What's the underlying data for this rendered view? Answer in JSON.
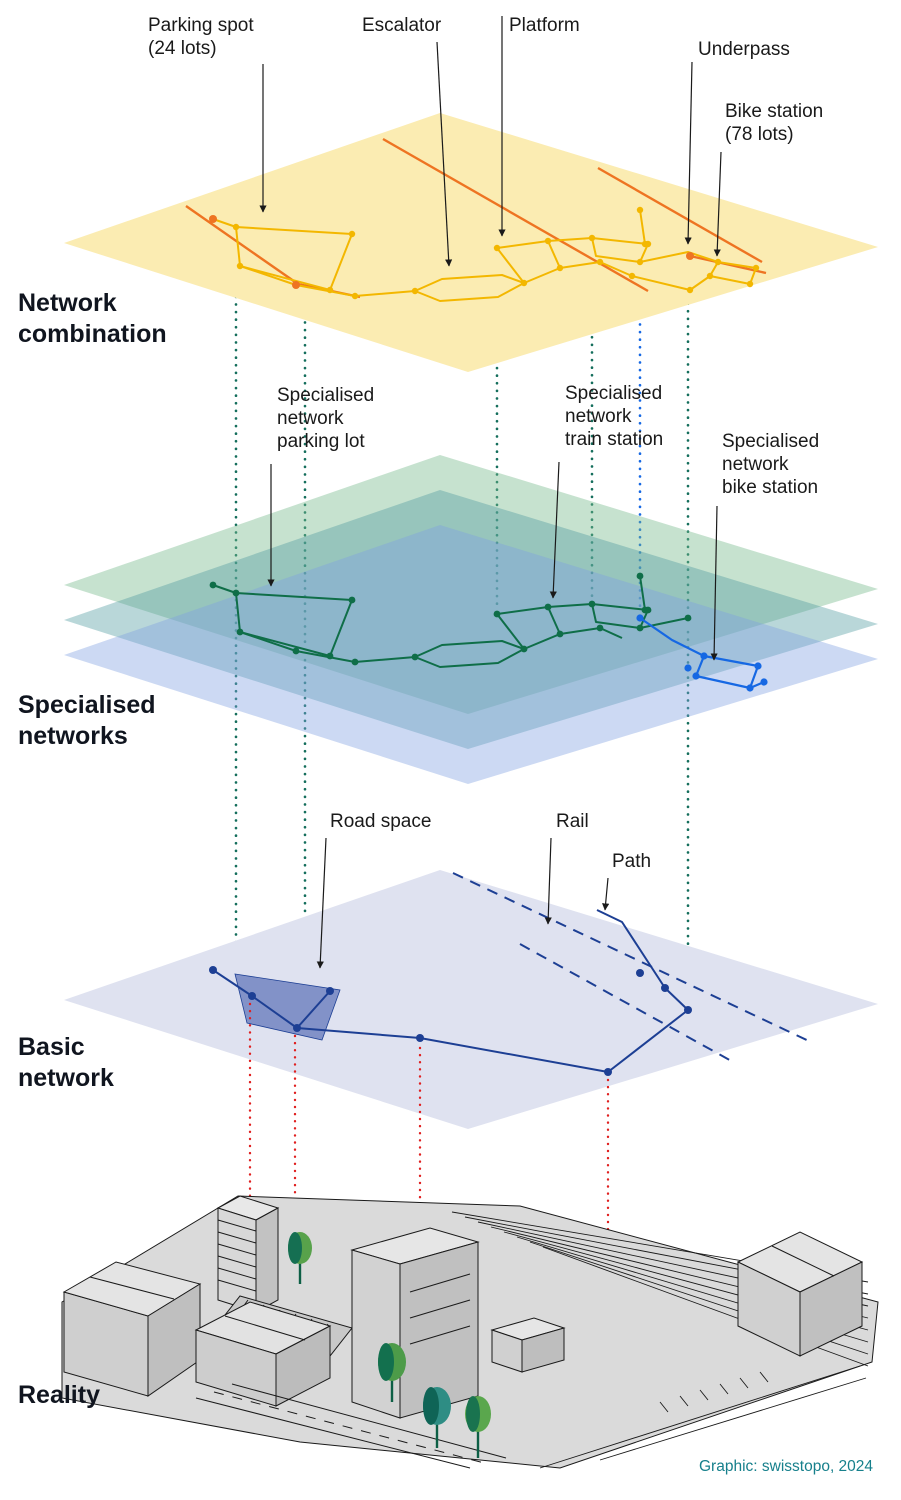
{
  "annotations": {
    "parking_spot": "Parking spot\n(24 lots)",
    "escalator": "Escalator",
    "platform": "Platform",
    "underpass": "Underpass",
    "bike_station": "Bike station\n(78 lots)",
    "specialised_parking": "Specialised\nnetwork\nparking lot",
    "specialised_train": "Specialised\nnetwork\ntrain station",
    "specialised_bike": "Specialised\nnetwork\nbike station",
    "road_space": "Road space",
    "rail": "Rail",
    "path": "Path"
  },
  "section_titles": {
    "network_combination": "Network\ncombination",
    "specialised_networks": "Specialised\nnetworks",
    "basic_network": "Basic\nnetwork",
    "reality": "Reality"
  },
  "credit": "Graphic: swisstopo, 2024",
  "colors": {
    "combination_plane": "#fbecb2",
    "roads_orange": "#ee7422",
    "combination_network": "#f3b700",
    "specialised_plane_green": "#77b98c",
    "specialised_plane_teal": "#4f9aa0",
    "specialised_plane_blue": "#7f9fe0",
    "network_green": "#0f6e48",
    "network_blue": "#1668e3",
    "basic_plane": "#dfe2f0",
    "basic_network": "#1d3f94",
    "road_space_fill": "#8292c8",
    "link_teal_dotted": "#146e5c",
    "link_blue_dotted": "#1668e3",
    "link_red_dotted": "#e02020",
    "credit_text": "#17808c"
  }
}
